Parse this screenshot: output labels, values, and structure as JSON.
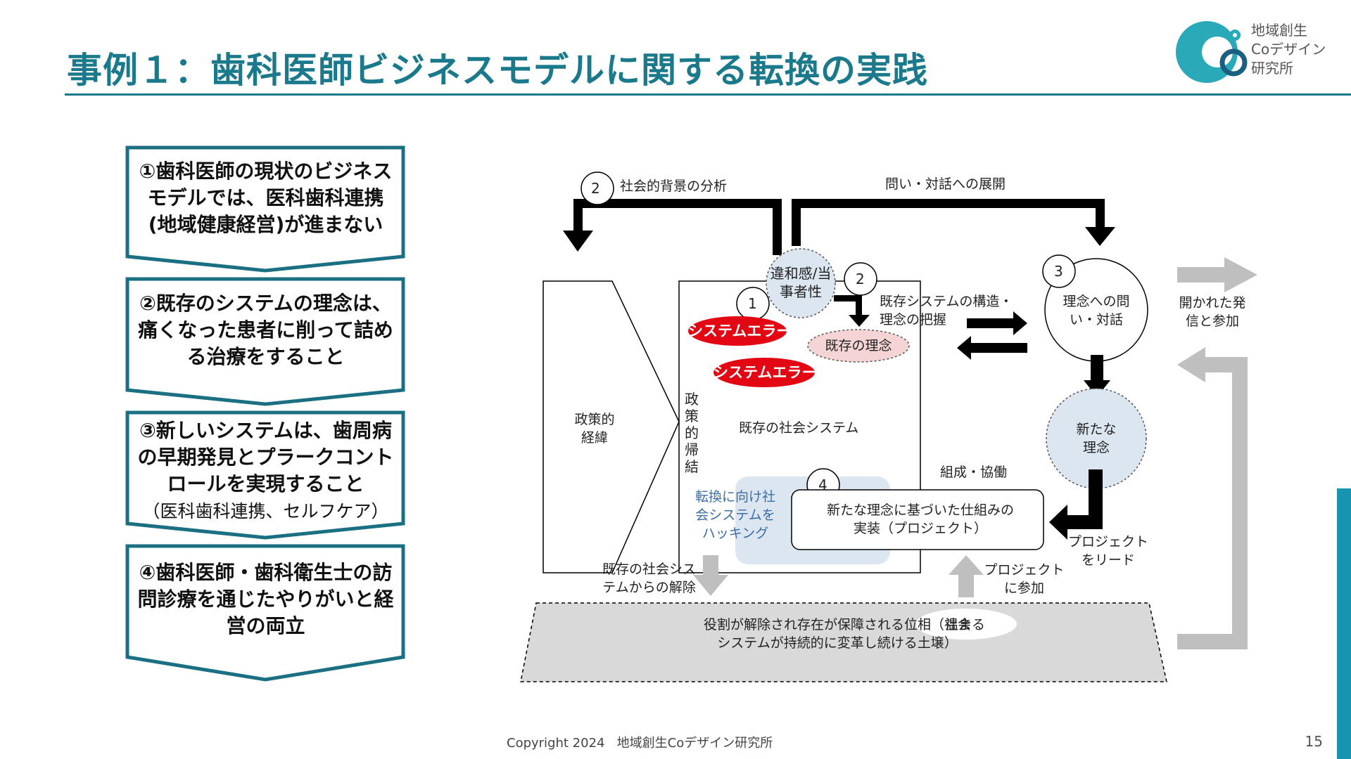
{
  "title": "事例１：歯科医師ビジネスモデルに関する転換の実践",
  "logo": {
    "line1": "地域創生",
    "line2": "Coデザイン",
    "line3": "研究所"
  },
  "steps": [
    {
      "text": "①歯科医師の現状のビジネスモデルでは、医科歯科連携(地域健康経営)が進まない",
      "sub": ""
    },
    {
      "text": "②既存のシステムの理念は、痛くなった患者に削って詰める治療をすること",
      "sub": ""
    },
    {
      "text": "③新しいシステムは、歯周病の早期発見とプラークコントロールを実現すること",
      "sub": "（医科歯科連携、セルフケア）"
    },
    {
      "text": "④歯科医師・歯科衛生士の訪問診療を通じたやりがいと経営の両立",
      "sub": ""
    }
  ],
  "diagram": {
    "num_2a": "2",
    "label_social_analysis": "社会的背景の分析",
    "label_dialogue_expand": "問い・対話への展開",
    "discomfort": "違和感/当事者性",
    "num_1": "1",
    "num_2b": "2",
    "num_3": "3",
    "num_4": "4",
    "system_error_1": "システムエラー",
    "system_error_2": "システムエラー",
    "existing_philosophy": "既存の理念",
    "structure_grasp": "既存システムの構造・理念の把握",
    "policy_background": "政策的経緯",
    "policy_result": "政策的帰結",
    "existing_social_system": "既存の社会システム",
    "hacking": "転換に向け社会システムをハッキング",
    "question_philosophy": "理念への問い・対話",
    "new_philosophy": "新たな理念",
    "organize": "組成・協働",
    "implementation": "新たな理念に基づいた仕組みの実装（プロジェクト）",
    "lead_project": "プロジェクトをリード",
    "open_share": "開かれた発信と参加",
    "release_from_system": "既存の社会システムからの解除",
    "join_project": "プロジェクトに参加",
    "warm": "温まる",
    "ground_text": "役割が解除され存在が保障される位相（社会システムが持続的に変革し続ける土壌）"
  },
  "footer": {
    "copyright": "Copyright 2024",
    "org": "地域創生Coデザイン研究所"
  },
  "page_number": "15",
  "colors": {
    "accent": "#1a7a8c",
    "error_red": "#e30613",
    "light_blue": "#dce6f1",
    "gray_arrow": "#bfbfbf"
  }
}
